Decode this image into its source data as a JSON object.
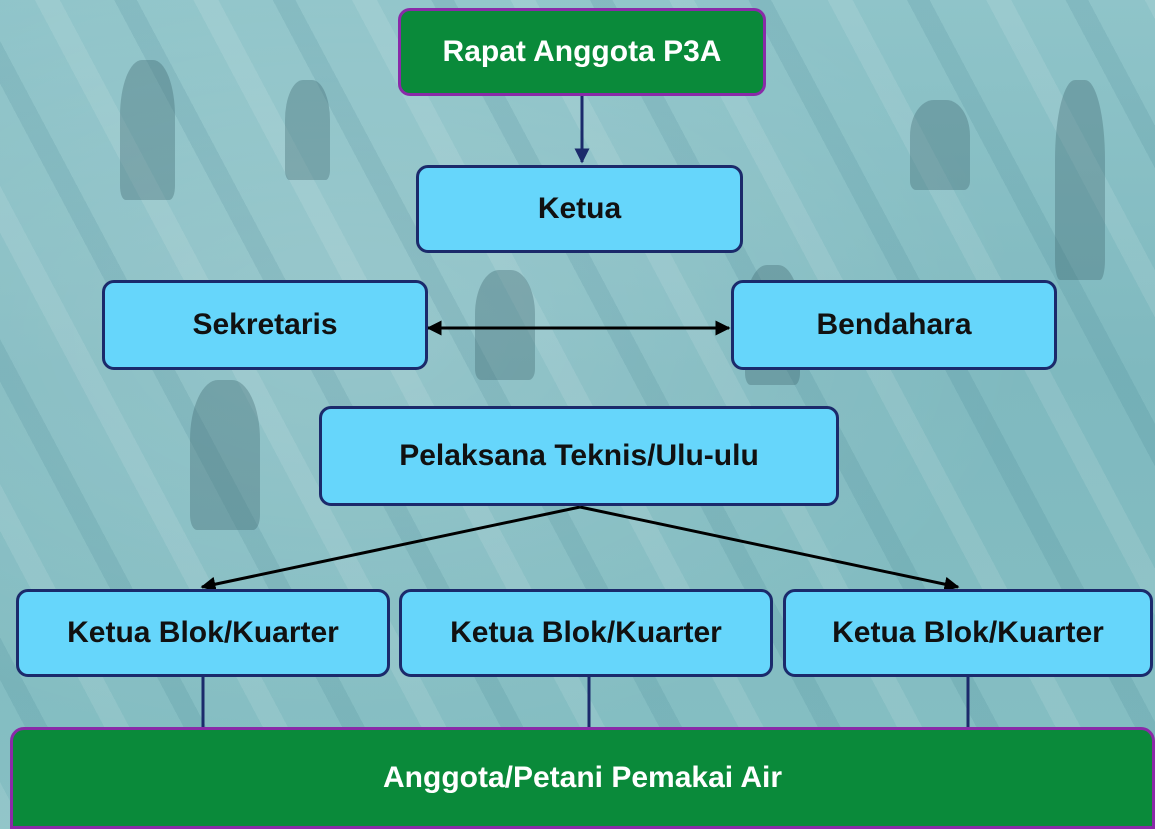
{
  "org_chart": {
    "top": "Rapat Anggota P3A",
    "chair": "Ketua",
    "secretary": "Sekretaris",
    "treasurer": "Bendahara",
    "technical": "Pelaksana Teknis/Ulu-ulu",
    "blocks": [
      "Ketua Blok/Kuarter",
      "Ketua Blok/Kuarter",
      "Ketua Blok/Kuarter"
    ],
    "members": "Anggota/Petani Pemakai Air"
  },
  "colors": {
    "box_fill": "#66d6fb",
    "box_border": "#1b2a6b",
    "green_fill": "#0a8a3a",
    "green_border": "#8a2aa8"
  }
}
